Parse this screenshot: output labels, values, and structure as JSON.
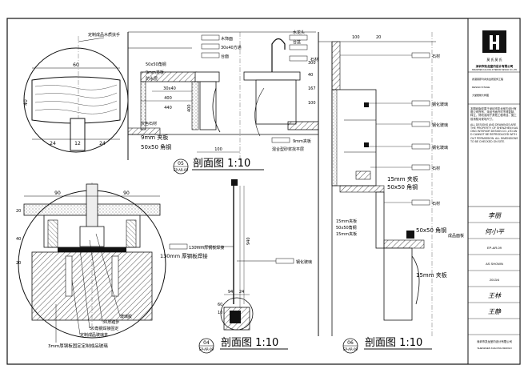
{
  "drawing": {
    "section_titles": {
      "s05": "剖面图  1:10",
      "s04": "剖面图  1:10",
      "s06": "剖面图  1:10"
    },
    "callout_numbers": {
      "c05": "05",
      "c04": "04",
      "c06": "06"
    },
    "callout_ref": "EP-AR-09",
    "detail_top": {
      "label": "定制成品木质扶手",
      "dims": [
        "60",
        "24",
        "12",
        "24",
        "40"
      ]
    },
    "detail_bottom": {
      "dims": [
        "90",
        "90",
        "20",
        "40",
        "20"
      ],
      "labels": [
        "玻璃胶",
        "30厚踏步",
        "50角钢焊接固定",
        "定制成品玻璃夹",
        "3mm厚钢板固定定制成品玻璃"
      ]
    },
    "section05": {
      "top_dims": [
        "30x40",
        "400",
        "440",
        "100"
      ],
      "side_dims": [
        "300",
        "40",
        "400",
        "167",
        "100"
      ],
      "labels": [
        "木饰面",
        "30x40方通",
        "台面",
        "9mm夹板",
        "防水层",
        "50x50角钢",
        "灰色石材",
        "水龙头",
        "台盆",
        "石材",
        "9mm夹板",
        "混合型砂浆找平层"
      ],
      "note_9mm": "9mm 夹板",
      "note_angle": "50x50 角钢"
    },
    "section04": {
      "dims": [
        "940",
        "94",
        "24",
        "60",
        "10"
      ],
      "labels": [
        "钢化玻璃",
        "130mm厚钢板焊接"
      ],
      "note_plate": "130mm 厚钢板焊接"
    },
    "section06": {
      "labels": [
        "石材",
        "钢化玻璃",
        "钢化玻璃",
        "钢化玻璃",
        "石材",
        "石材",
        "15mm夹板",
        "50x50角钢",
        "成品面板",
        "15mm夹板"
      ],
      "top_dims": [
        "100",
        "20"
      ],
      "note_ply_top": "15mm 夹板",
      "note_angle": "50x50 角钢",
      "note_ply_bottom": "15mm 夹板"
    },
    "title_block": {
      "logo_text": "莫 氏 莫 氏",
      "company_cn": "深圳市凯龙室内设计有限公司",
      "company_en": "SHENZHEN KAILONG INTERIOR DESIGN CO.,LTD",
      "project": "香港铜锣湾商务会所装饰工程",
      "phase": "DESIGN STAGE",
      "drawing_name": "大堂楼梯大样图",
      "note_cn": "本图纸版权属于深圳市凯龙室内设计有限公司所有，未经书面许可不得复制、转让、修改或用于其他工程项目。施工前请核对现场尺寸。",
      "note_en": "ALL DESIGNS AND DRAWINGS ARE THE PROPERTY OF SHENZHEN KAILONG INTERIOR DESIGN CO.,LTD AND CANNOT BE REPRODUCED WITHOUT PERMISSION. ALL DIMENSIONS TO BE CHECKED ON SITE.",
      "sig_1": "李丽",
      "sig_2": "何小平",
      "sig_3": "王林",
      "sig_4": "王静",
      "date": "2013/4",
      "drawing_no": "EP-AR-09",
      "scale": "AS SHOWN",
      "footer_1": "深圳市凯龙室内设计有限公司",
      "footer_2": "SHENZHEN KAILONG DESIGN"
    }
  }
}
